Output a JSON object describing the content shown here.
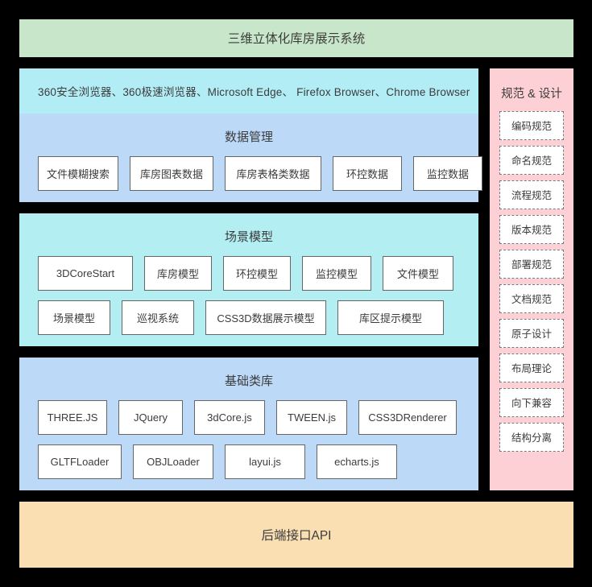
{
  "colors": {
    "page_background": "#000000",
    "title_band": "#c8e6c9",
    "browsers_band": "#b2ecf5",
    "data_layer": "#bcd9f8",
    "scene_layer": "#b2eef2",
    "library_layer": "#bcd9f8",
    "api_band": "#fadfb3",
    "sidebar": "#fcd0d4",
    "chip_background": "#ffffff",
    "chip_border": "#666666",
    "text": "#3c3c3c"
  },
  "title_band": {
    "label": "三维立体化库房展示系统"
  },
  "browsers_band": {
    "label": "360安全浏览器、360极速浏览器、Microsoft Edge、 Firefox Browser、Chrome Browser"
  },
  "layers": [
    {
      "id": "data-management",
      "title": "数据管理",
      "rows": [
        [
          {
            "label": "文件模糊搜索",
            "width": 100
          },
          {
            "label": "库房图表数据",
            "width": 104
          },
          {
            "label": "库房表格类数据",
            "width": 120
          },
          {
            "label": "环控数据",
            "width": 86
          },
          {
            "label": "监控数据",
            "width": 86
          }
        ]
      ]
    },
    {
      "id": "scene-model",
      "title": "场景模型",
      "rows": [
        [
          {
            "label": "3DCoreStart",
            "width": 118
          },
          {
            "label": "库房模型",
            "width": 84
          },
          {
            "label": "环控模型",
            "width": 84
          },
          {
            "label": "监控模型",
            "width": 86
          },
          {
            "label": "文件模型",
            "width": 88
          }
        ],
        [
          {
            "label": "场景模型",
            "width": 90
          },
          {
            "label": "巡视系统",
            "width": 90
          },
          {
            "label": "CSS3D数据展示模型",
            "width": 150
          },
          {
            "label": "库区提示模型",
            "width": 132
          }
        ]
      ]
    },
    {
      "id": "base-library",
      "title": "基础类库",
      "rows": [
        [
          {
            "label": "THREE.JS",
            "width": 86
          },
          {
            "label": "JQuery",
            "width": 80
          },
          {
            "label": "3dCore.js",
            "width": 88
          },
          {
            "label": "TWEEN.js",
            "width": 88
          },
          {
            "label": "CSS3DRenderer",
            "width": 122
          }
        ],
        [
          {
            "label": "GLTFLoader",
            "width": 104
          },
          {
            "label": "OBJLoader",
            "width": 100
          },
          {
            "label": "layui.js",
            "width": 100
          },
          {
            "label": "echarts.js",
            "width": 100
          }
        ]
      ]
    }
  ],
  "api_band": {
    "label": "后端接口API"
  },
  "sidebar": {
    "title": "规范 & 设计",
    "items": [
      {
        "label": "编码规范"
      },
      {
        "label": "命名规范"
      },
      {
        "label": "流程规范"
      },
      {
        "label": "版本规范"
      },
      {
        "label": "部署规范"
      },
      {
        "label": "文档规范"
      },
      {
        "label": "原子设计"
      },
      {
        "label": "布局理论"
      },
      {
        "label": "向下兼容"
      },
      {
        "label": "结构分离"
      }
    ]
  }
}
